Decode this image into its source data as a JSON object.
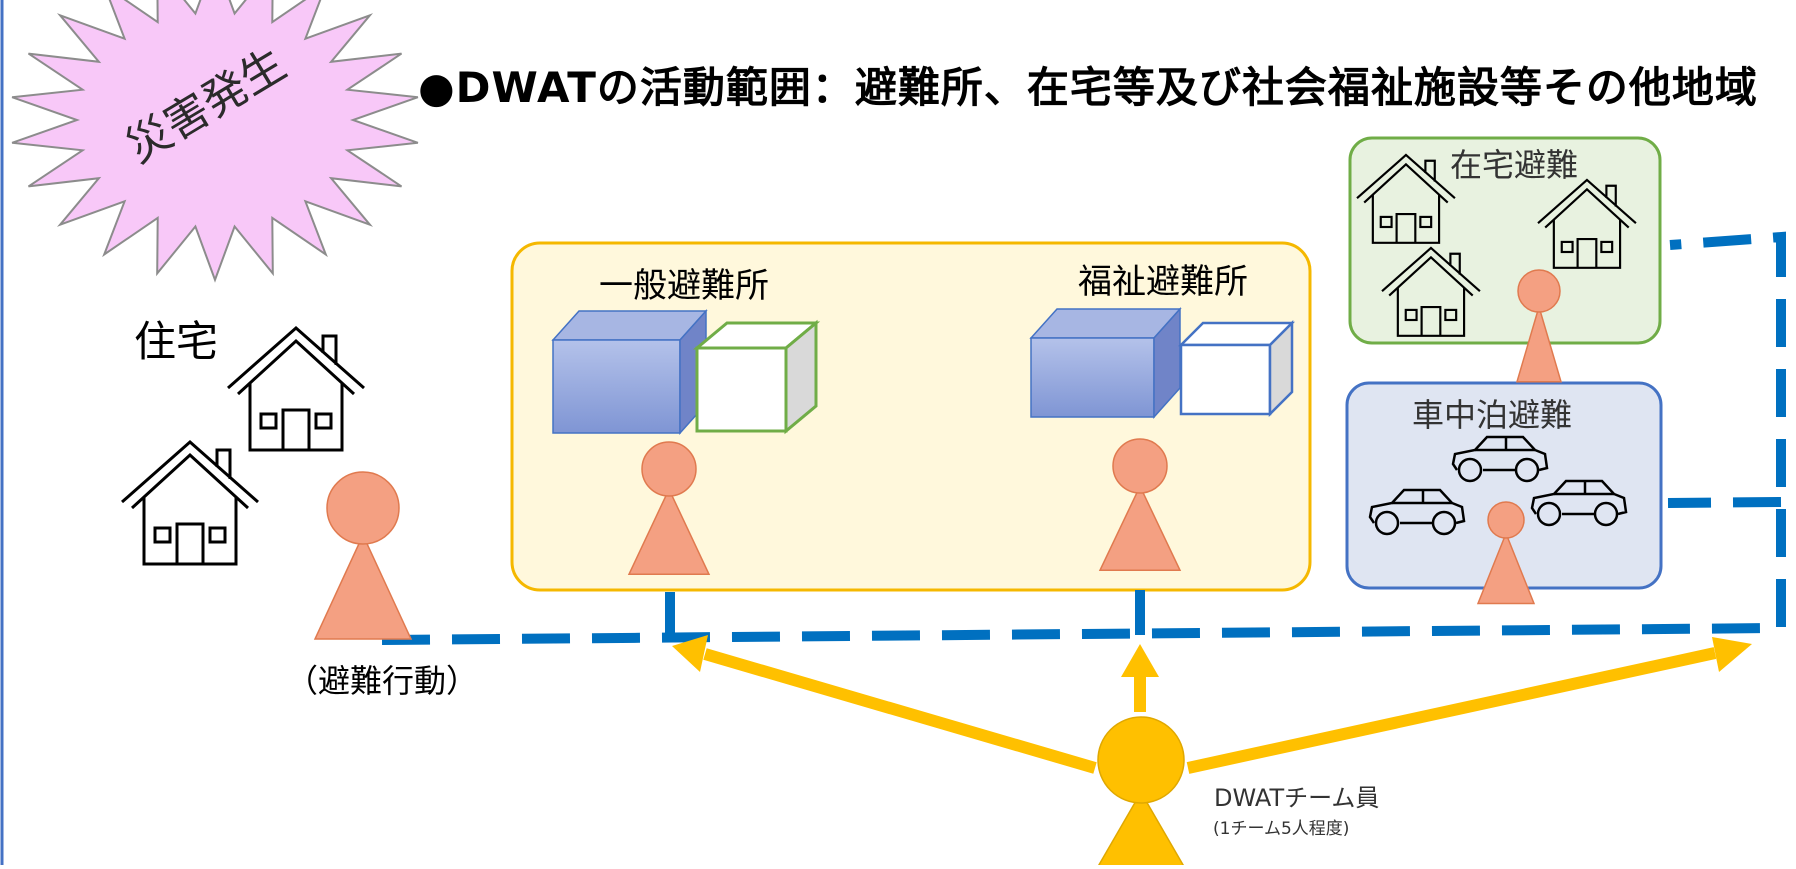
{
  "title": "●DWATの活動範囲：避難所、在宅等及び社会福祉施設等その他地域",
  "burst_label": "災害発生",
  "housing_label": "住宅",
  "evacuation_action_label": "（避難行動）",
  "general_shelter_label": "一般避難所",
  "welfare_shelter_label": "福祉避難所",
  "home_evacuation_label": "在宅避難",
  "car_evacuation_label": "車中泊避難",
  "team_member_label": "DWATチーム員",
  "team_size_label": "(1チーム5人程度)",
  "colors": {
    "burst_fill": "#f8c8f8",
    "shelter_box_fill": "#fff8dc",
    "shelter_box_stroke": "#f5b800",
    "home_box_fill": "#e8f2e0",
    "home_box_stroke": "#70ad47",
    "car_box_fill": "#dfe5f2",
    "car_box_stroke": "#4472c4",
    "dashed_route": "#0070c0",
    "arrow": "#ffc000",
    "person": "#f4a082",
    "team_member": "#ffc000",
    "building": "#8fa2d8"
  }
}
